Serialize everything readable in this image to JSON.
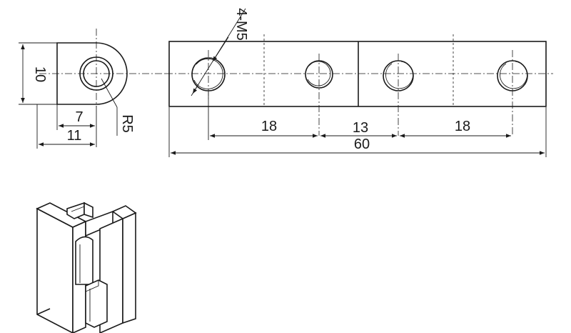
{
  "dimensions": {
    "side_height": "10",
    "side_hole_offset": "7",
    "side_width": "11",
    "radius": "R5",
    "thread_callout": "4-M5",
    "pitch_1": "18",
    "pitch_2": "13",
    "pitch_3": "18",
    "overall_length": "60"
  }
}
